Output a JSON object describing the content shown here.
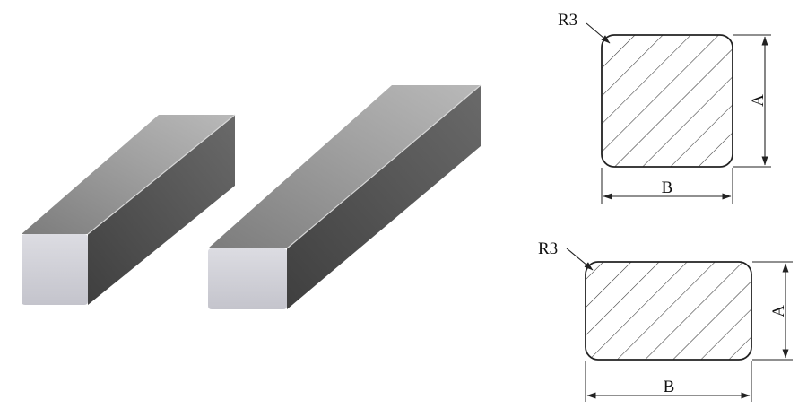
{
  "drawing_1": {
    "radius_label": "R3",
    "height_label": "A",
    "width_label": "B"
  },
  "drawing_2": {
    "radius_label": "R3",
    "height_label": "A",
    "width_label": "B"
  },
  "colors": {
    "bar_front": "#cfcfd6",
    "bar_top": "#8b8b8b",
    "bar_side": "#555555",
    "line": "#222222"
  }
}
